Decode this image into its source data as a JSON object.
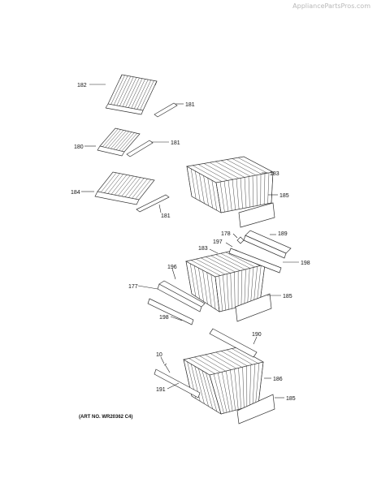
{
  "watermark": "AppliancePartsPros.com",
  "art_number": "(ART NO. WR20362 C4)",
  "labels": {
    "l182": "182",
    "l181a": "181",
    "l180": "180",
    "l181b": "181",
    "l184": "184",
    "l181c": "181",
    "l183a": "183",
    "l185a": "185",
    "l178": "178",
    "l189": "189",
    "l197": "197",
    "l198a": "198",
    "l183b": "183",
    "l196": "196",
    "l177": "177",
    "l185b": "185",
    "l198b": "198",
    "l190": "190",
    "l10": "10",
    "l186": "186",
    "l191": "191",
    "l185c": "185"
  }
}
